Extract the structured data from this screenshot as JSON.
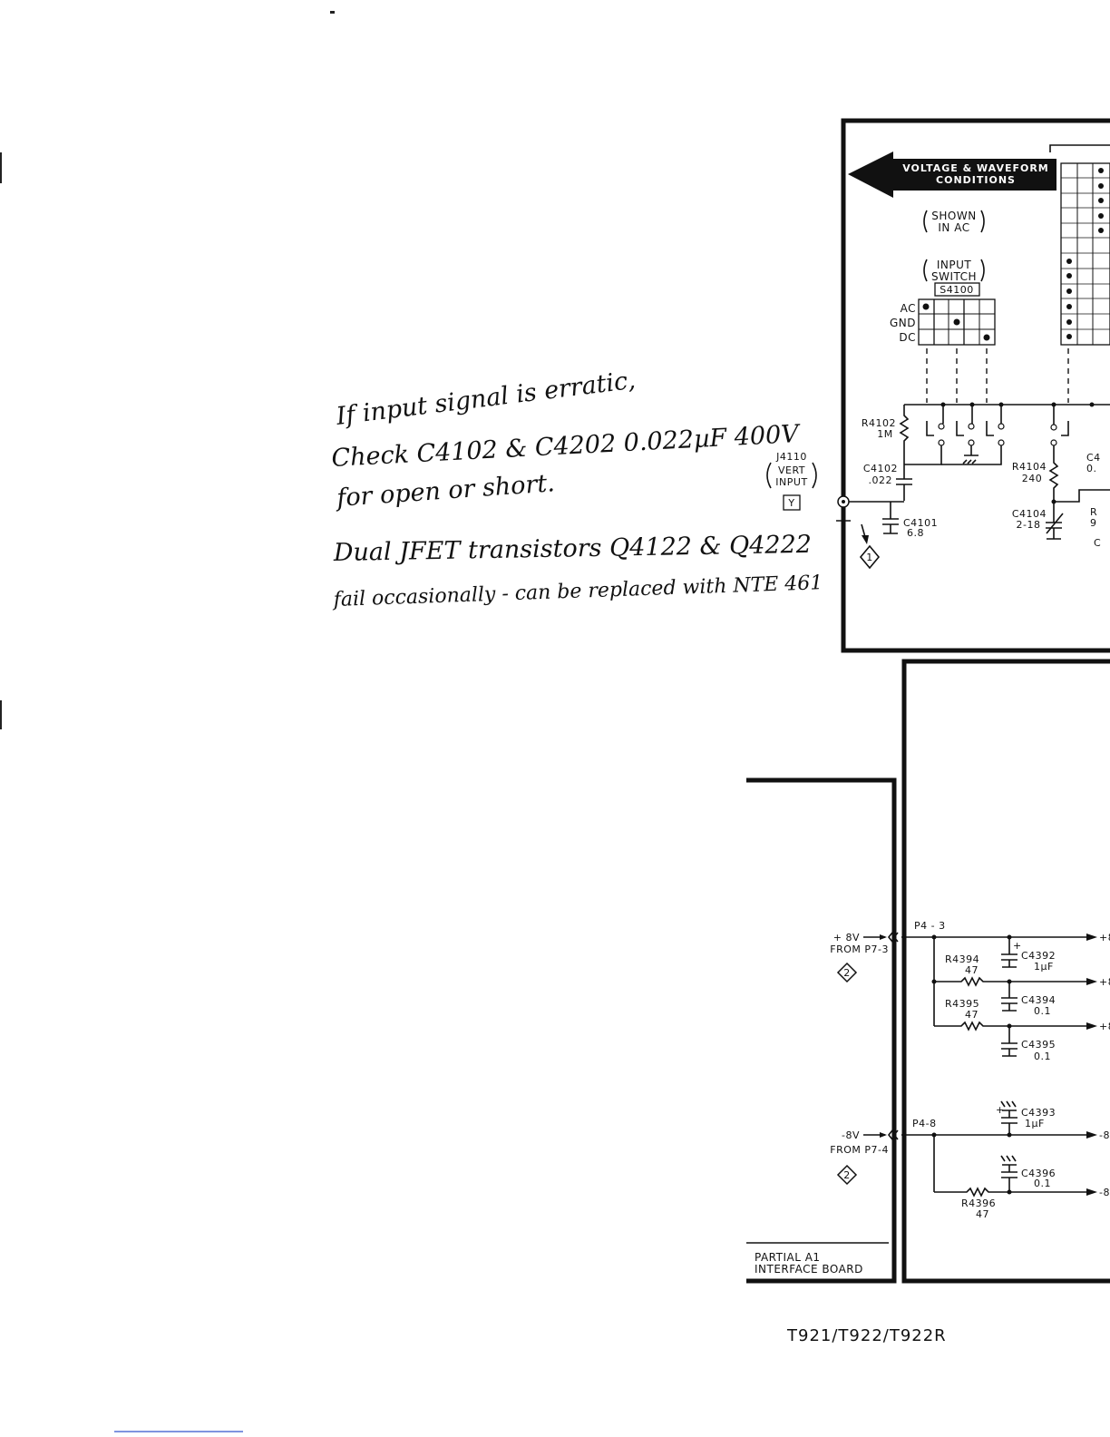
{
  "notes": {
    "line1": "If input signal is erratic,",
    "line2": "Check C4102 & C4202 0.022µF 400V",
    "line3": "for open or short.",
    "line4": "Dual JFET transistors Q4122 & Q4222",
    "line5": "fail occasionally - can be replaced with NTE 461"
  },
  "header": {
    "arrow_line1": "VOLTAGE & WAVEFORM",
    "arrow_line2": "CONDITIONS",
    "shown_line1": "SHOWN",
    "shown_line2": "IN AC",
    "input_line1": "INPUT",
    "input_line2": "SWITCH",
    "switch_ref": "S4100"
  },
  "switch_positions": [
    "AC",
    "GND",
    "DC"
  ],
  "input": {
    "connector": "J4110",
    "vert_line1": "VERT",
    "vert_line2": "INPUT",
    "channel": "Y",
    "marker": "1"
  },
  "components": {
    "r4102_ref": "R4102",
    "r4102_val": "1M",
    "c4102_ref": "C4102",
    "c4102_val": ".022",
    "c4101_ref": "C4101",
    "c4101_val": "6.8",
    "r4104_ref": "R4104",
    "r4104_val": "240",
    "c4104_ref": "C4104",
    "c4104_val": "2-18",
    "cut_c": "C4",
    "cut_c_val": "0.",
    "cut_r": "R",
    "cut_r_val": "9",
    "cut_c2": "C"
  },
  "power": {
    "plus_in_line1": "+ 8V",
    "plus_in_line2": "FROM P7-3",
    "plus_pin": "P4 - 3",
    "minus_in_line1": "-8V",
    "minus_in_line2": "FROM P7-4",
    "minus_pin": "P4-8",
    "diamond": "2",
    "r4394_ref": "R4394",
    "r4394_val": "47",
    "c4392_ref": "C4392",
    "c4392_val": "1µF",
    "r4395_ref": "R4395",
    "r4395_val": "47",
    "c4394_ref": "C4394",
    "c4394_val": "0.1",
    "c4395_ref": "C4395",
    "c4395_val": "0.1",
    "c4393_ref": "C4393",
    "c4393_val": "1µF",
    "c4396_ref": "C4396",
    "c4396_val": "0.1",
    "r4396_ref": "R4396",
    "r4396_val": "47",
    "out_plus": "+8",
    "out_minus": "-8"
  },
  "board": {
    "line1": "PARTIAL A1",
    "line2": "INTERFACE BOARD"
  },
  "footer": {
    "models": "T921/T922/T922R"
  }
}
